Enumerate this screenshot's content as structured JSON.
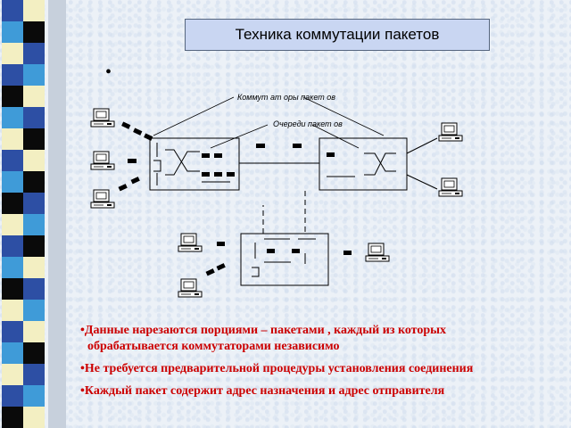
{
  "title": "Техника коммутации пакетов",
  "labels": {
    "switches": "Коммут ат оры пакет ов",
    "queues": "Очереди пакет ов"
  },
  "bullets": [
    {
      "line1": "•Данные нарезаются порциями – пакетами , каждый из которых",
      "line2": "обрабатывается коммутаторами независимо"
    },
    {
      "line1": "•Не требуется предварительной процедуры установления соединения",
      "line2": ""
    },
    {
      "line1": "•Каждый пакет содержит адрес назначения и адрес отправителя",
      "line2": ""
    }
  ],
  "colors": {
    "stripe": [
      "#2d4fa4",
      "#3f9bd8",
      "#f3efc2",
      "#0a0a0a"
    ],
    "title_bg": "#c9d6f2",
    "bullet_text": "#cc0000"
  },
  "icons": [
    "computer-icon",
    "switch-box",
    "packet-dash"
  ]
}
